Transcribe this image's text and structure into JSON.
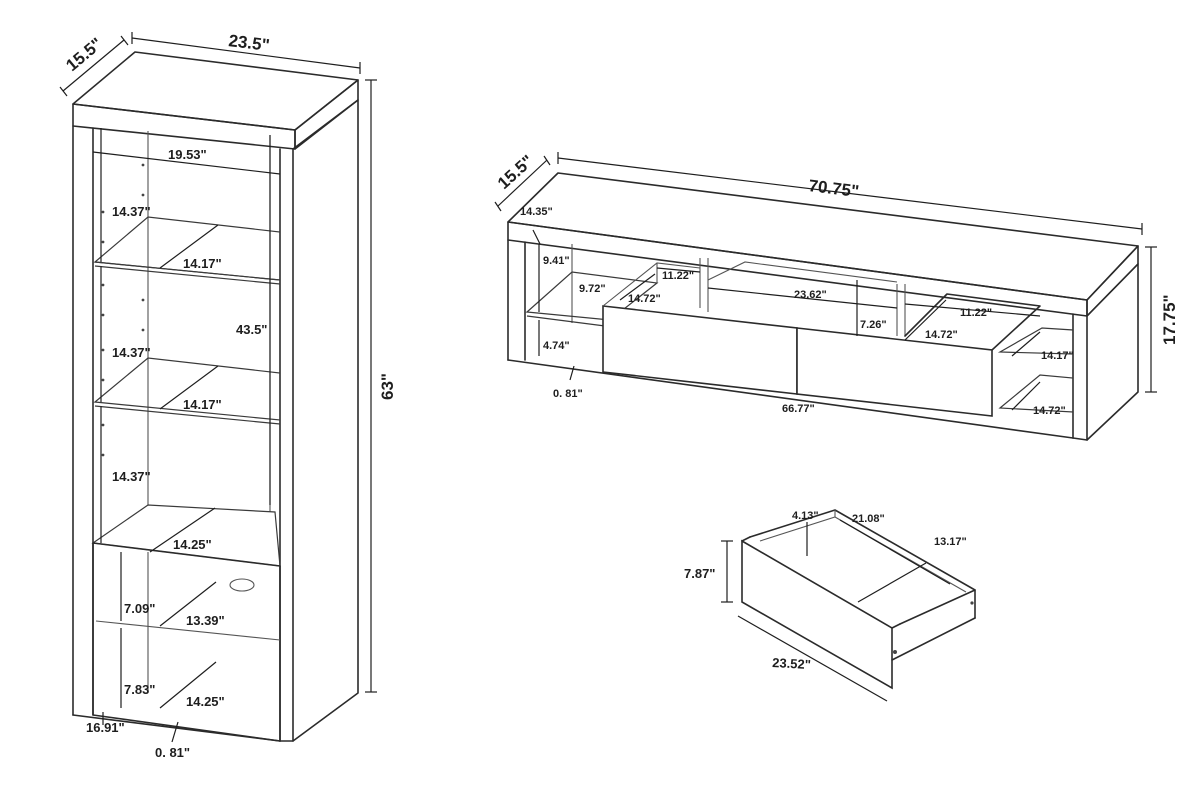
{
  "cabinet": {
    "depth": "15.5\"",
    "width": "23.5\"",
    "height": "63\"",
    "inner_width": "19.53\"",
    "shelf_gap_1": "14.37\"",
    "shelf_gap_2": "14.37\"",
    "shelf_gap_3": "14.37\"",
    "shelf_depth_1": "14.17\"",
    "shelf_depth_2": "14.17\"",
    "open_height": "43.5\"",
    "base_depth": "14.25\"",
    "door_h_1": "7.09\"",
    "door_depth_1": "13.39\"",
    "door_h_2": "7.83\"",
    "door_depth_2": "14.25\"",
    "door_width": "16.91\"",
    "plinth": "0. 81\""
  },
  "tv_stand": {
    "depth": "15.5\"",
    "width": "70.75\"",
    "height": "17.75\"",
    "side_top": "14.35\"",
    "side_gap": "9.41\"",
    "side_shelf": "9.72\"",
    "side_bottom": "4.74\"",
    "plinth": "0. 81\"",
    "comp_width_left": "11.22\"",
    "comp_depth_left": "14.72\"",
    "center_width": "23.62\"",
    "center_height": "7.26\"",
    "comp_width_right": "11.22\"",
    "comp_depth_right": "14.72\"",
    "right_shelf": "14.17\"",
    "right_bottom": "14.72\"",
    "base_width": "66.77\""
  },
  "drawer": {
    "side": "4.13\"",
    "inner_width": "21.08\"",
    "inner_depth": "13.17\"",
    "height": "7.87\"",
    "front_width": "23.52\""
  }
}
